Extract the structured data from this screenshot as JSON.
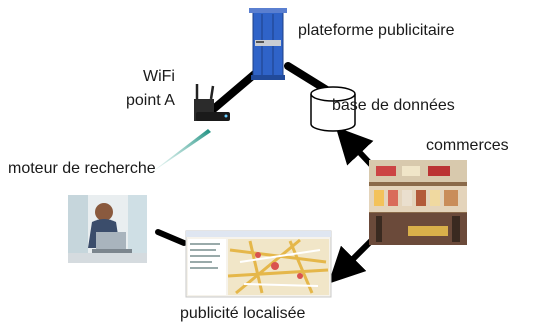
{
  "nodes": {
    "ad_platform": {
      "label": "plateforme publicitaire",
      "icon": "server-rack-icon"
    },
    "wifi": {
      "label_line1": "WiFi",
      "label_line2": "point A",
      "icon": "wifi-router-icon"
    },
    "database": {
      "label": "base de données",
      "icon": "database-cylinder-icon"
    },
    "shops": {
      "label": "commerces",
      "icon": "shop-photo-icon"
    },
    "search_engine": {
      "label": "moteur de recherche",
      "icon": "laptop-user-photo-icon"
    },
    "local_ads": {
      "label": "publicité localisée",
      "icon": "map-screenshot-icon"
    }
  },
  "colors": {
    "link": "#000000",
    "server_blue": "#2f63c8",
    "wifi_beam": "#2a9d8f",
    "text": "#1a1a1a"
  }
}
